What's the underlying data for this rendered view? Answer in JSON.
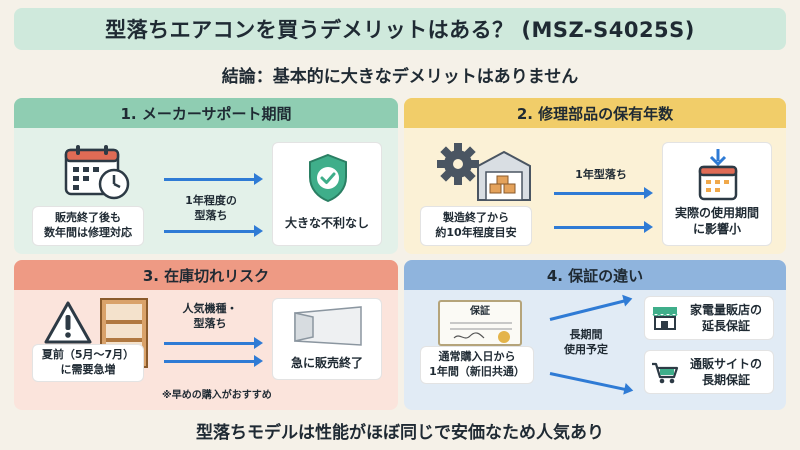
{
  "title": "型落ちエアコンを買うデメリットはある？ (MSZ-S4025S)",
  "conclusion": "結論：基本的に大きなデメリットはありません",
  "panels": [
    {
      "heading": "1. メーカーサポート期間",
      "left_caption": "販売終了後も\n数年間は修理対応",
      "arrow_label": "1年程度の\n型落ち",
      "right_caption": "大きな不利なし"
    },
    {
      "heading": "2. 修理部品の保有年数",
      "left_caption": "製造終了から\n約10年程度目安",
      "arrow_label": "1年型落ち",
      "right_caption": "実際の使用期間\nに影響小"
    },
    {
      "heading": "3. 在庫切れリスク",
      "left_caption": "夏前（5月〜7月）\nに需要急増",
      "arrow_label": "人気機種・\n型落ち",
      "right_caption": "急に販売終了",
      "note": "※早めの購入がおすすめ"
    },
    {
      "heading": "4. 保証の違い",
      "certificate_text": "保証",
      "left_caption": "通常購入日から\n1年間（新旧共通）",
      "arrow_label": "長期間\n使用予定",
      "option1": "家電量販店の\n延長保証",
      "option2": "通販サイトの\n長期保証"
    }
  ],
  "bottom_text": "型落ちモデルは性能がほぼ同じで安価なため人気あり",
  "colors": {
    "panel1": "#8fcdb2",
    "panel2": "#f1cd69",
    "panel3": "#ee9a84",
    "panel4": "#8fb4dd",
    "arrow": "#2f7bd5",
    "shield": "#3fae8a"
  },
  "icons": [
    "calendar-clock-icon",
    "shield-check-icon",
    "gear-factory-icon",
    "calendar-download-icon",
    "warning-icon",
    "empty-shelf-icon",
    "certificate-icon",
    "store-icon",
    "shopping-cart-icon"
  ]
}
